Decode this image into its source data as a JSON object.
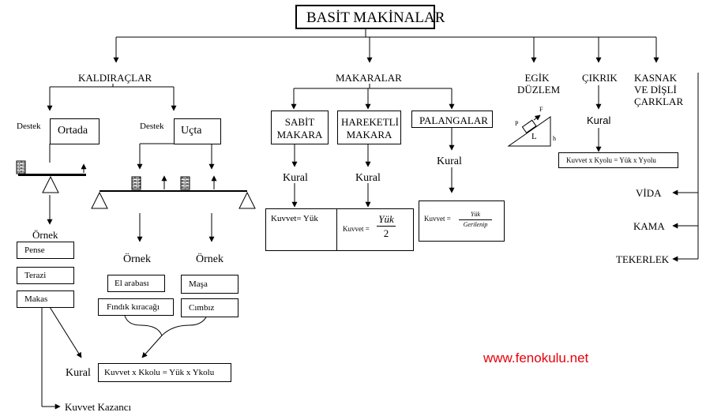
{
  "title": "BASİT MAKİNALAR",
  "levers": {
    "heading": "KALDIRAÇLAR",
    "fulcrum_label": "Destek",
    "middle_label": "Ortada",
    "end_label": "Uçta",
    "middle_example_heading": "Örnek",
    "middle_examples": [
      "Pense",
      "Terazi",
      "Makas"
    ],
    "end_example_heading_left": "Örnek",
    "end_example_heading_right": "Örnek",
    "end_examples_left": [
      "El arabası",
      "Fındık kıracağı"
    ],
    "end_examples_right": [
      "Maşa",
      "Cımbız"
    ],
    "rule_label": "Kural",
    "rule": "Kuvvet x Kkolu = Yük x Ykolu",
    "gain": "Kuvvet Kazancı"
  },
  "pulleys": {
    "heading": "MAKARALAR",
    "fixed": "SABİT MAKARA",
    "movable": "HAREKETLİ MAKARA",
    "block": "PALANGALAR",
    "rule_label_fixed": "Kural",
    "rule_label_movable": "Kural",
    "rule_label_block": "Kural",
    "fixed_rule": "Kuvvet= Yük",
    "movable_rule_prefix": "Kuvvet =",
    "movable_rule_num": "Yük",
    "movable_rule_den": "2",
    "block_rule_prefix": "Kuvvet =",
    "block_rule_num": "Yük",
    "block_rule_den": "Gerilenip"
  },
  "inclined_plane": {
    "heading": "EGİK DÜZLEM",
    "label_P": "P",
    "label_F": "F",
    "label_L": "L",
    "label_h": "h"
  },
  "wheel_axle": {
    "heading": "ÇIKRIK",
    "rule_label": "Kural",
    "rule": "Kuvvet x Kyolu = Yük x Yyolu"
  },
  "gears": {
    "heading": "KASNAK VE DİŞLİ ÇARKLAR"
  },
  "others": [
    "VİDA",
    "KAMA",
    "TEKERLEK"
  ],
  "website": "www.fenokulu.net",
  "colors": {
    "line": "#000000",
    "website": "#e8000b"
  }
}
